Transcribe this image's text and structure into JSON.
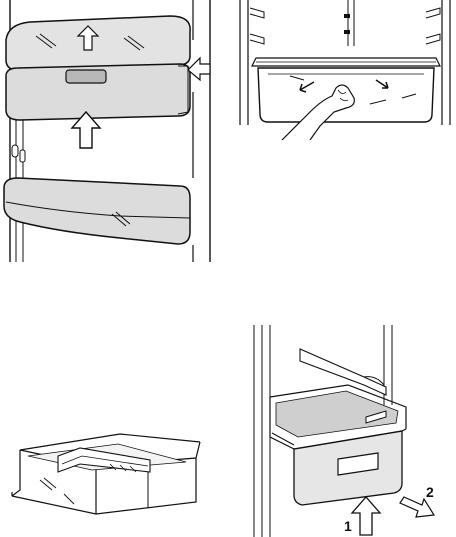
{
  "figures": [
    {
      "name": "door-shelf-removal",
      "arrows": [
        "up",
        "up",
        "left"
      ]
    },
    {
      "name": "crisper-drawer-pull-out",
      "arrows": [
        "down-left",
        "down-right"
      ]
    },
    {
      "name": "drawer-divider-tray"
    },
    {
      "name": "freezer-basket-removal",
      "steps": [
        {
          "label": "1",
          "direction": "up"
        },
        {
          "label": "2",
          "direction": "down-right"
        }
      ]
    }
  ],
  "colors": {
    "line": "#111111",
    "shelf_fill": "#dddddd",
    "arrow_fill": "#ffffff"
  }
}
